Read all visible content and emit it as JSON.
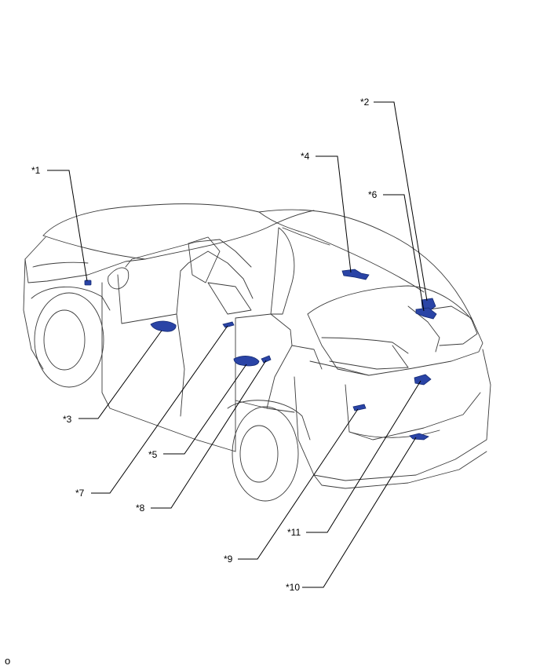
{
  "callouts": [
    {
      "id": "c1",
      "text": "*1"
    },
    {
      "id": "c2",
      "text": "*2"
    },
    {
      "id": "c3",
      "text": "*3"
    },
    {
      "id": "c4",
      "text": "*4"
    },
    {
      "id": "c5",
      "text": "*5"
    },
    {
      "id": "c6",
      "text": "*6"
    },
    {
      "id": "c7",
      "text": "*7"
    },
    {
      "id": "c8",
      "text": "*8"
    },
    {
      "id": "c9",
      "text": "*9"
    },
    {
      "id": "c10",
      "text": "*10"
    },
    {
      "id": "c11",
      "text": "*11"
    }
  ],
  "footer_code": "o",
  "colors": {
    "part_fill": "#2a44a6",
    "line": "#000000",
    "outline": "#3a3a3a"
  }
}
